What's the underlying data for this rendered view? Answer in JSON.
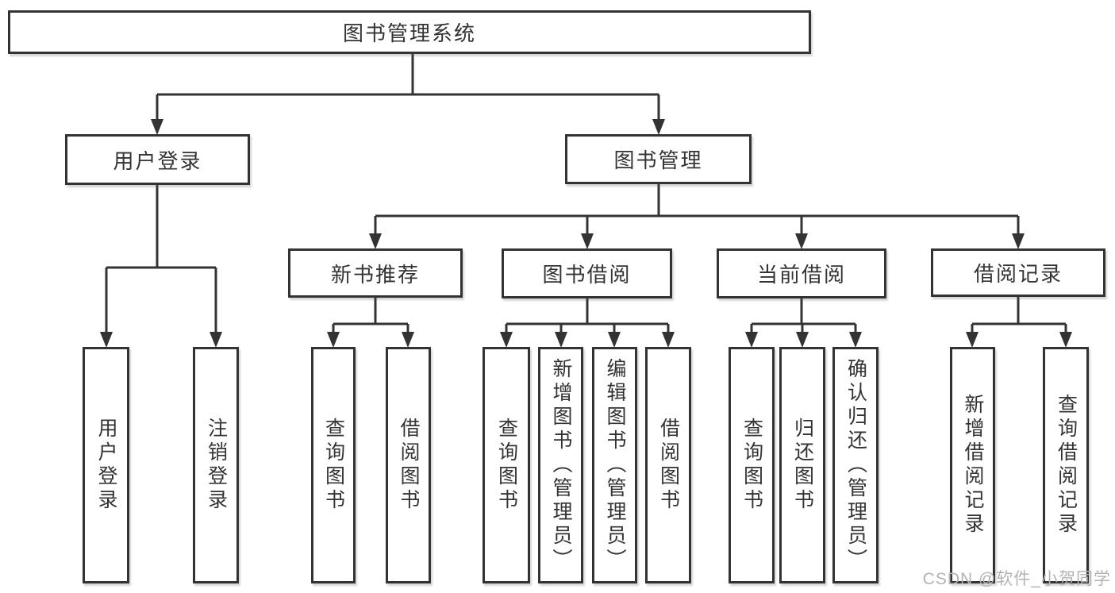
{
  "diagram": {
    "tree": {
      "label": "图书管理系统",
      "children": [
        {
          "label": "用户登录",
          "children": [
            {
              "label": "用户登录"
            },
            {
              "label": "注销登录"
            }
          ]
        },
        {
          "label": "图书管理",
          "children": [
            {
              "label": "新书推荐",
              "children": [
                {
                  "label": "查询图书"
                },
                {
                  "label": "借阅图书"
                }
              ]
            },
            {
              "label": "图书借阅",
              "children": [
                {
                  "label": "查询图书"
                },
                {
                  "label": "新增图书（管理员）"
                },
                {
                  "label": "编辑图书（管理员）"
                },
                {
                  "label": "借阅图书"
                }
              ]
            },
            {
              "label": "当前借阅",
              "children": [
                {
                  "label": "查询图书"
                },
                {
                  "label": "归还图书"
                },
                {
                  "label": "确认归还（管理员）"
                }
              ]
            },
            {
              "label": "借阅记录",
              "children": [
                {
                  "label": "新增借阅记录"
                },
                {
                  "label": "查询借阅记录"
                }
              ]
            }
          ]
        }
      ]
    },
    "line_color": "#333333"
  },
  "watermark": "CSDN @软件_小贺同学"
}
